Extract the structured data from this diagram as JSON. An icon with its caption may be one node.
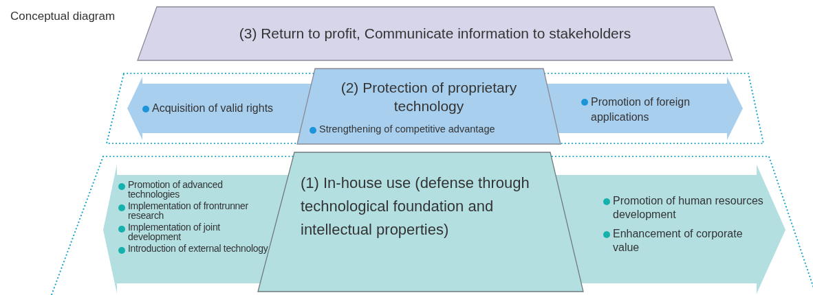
{
  "diagram": {
    "nodes": [
      {
        "text": [
          "(3) Return to profit, Communicate information to stakeholders"
        ]
      },
      {
        "text": [
          "Acquisition of valid rights",
          "Promotion of foreign applications"
        ]
      },
      {
        "text": [
          "(2) Protection of proprietary technology",
          "Strengthening of competitive advantage"
        ]
      },
      {
        "text": [
          "Promotion of advanced technologies",
          "Implementation of frontrunner research",
          "Implementation of joint development",
          "Introduction of external technology",
          "Promotion of human resources development",
          "Enhancement of corporate value"
        ]
      },
      {
        "text": [
          "(1) In-house use (defense through technological foundation and intellectual properties)"
        ]
      }
    ],
    "edges": [],
    "labels": [
      "Conceptual diagram"
    ]
  }
}
